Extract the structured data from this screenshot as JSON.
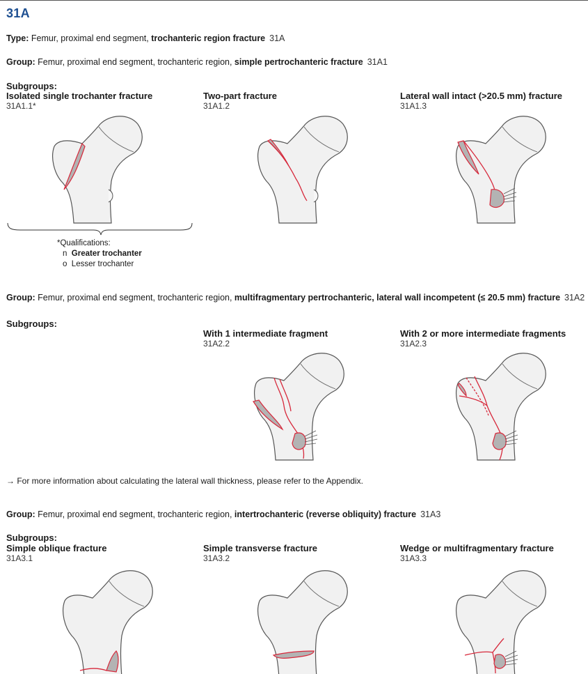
{
  "title": "31A",
  "type_line": {
    "label": "Type:",
    "text": " Femur, proximal end segment, ",
    "bold": "trochanteric region fracture",
    "code": "31A"
  },
  "group1": {
    "line": {
      "label": "Group:",
      "text": " Femur, proximal end segment, trochanteric region, ",
      "bold": "simple pertrochanteric fracture",
      "code": "31A1"
    },
    "subgroups_label": "Subgroups:",
    "items": [
      {
        "title": "Isolated single trochanter fracture",
        "code": "31A1.1*"
      },
      {
        "title": "Two-part fracture",
        "code": "31A1.2"
      },
      {
        "title": "Lateral wall intact (>20.5 mm) fracture",
        "code": "31A1.3"
      }
    ],
    "qualifications": {
      "heading": "*Qualifications:",
      "items": [
        {
          "marker": "n",
          "label": "Greater trochanter",
          "bold": true
        },
        {
          "marker": "o",
          "label": "Lesser trochanter",
          "bold": false
        }
      ]
    }
  },
  "group2": {
    "line": {
      "label": "Group:",
      "text": " Femur, proximal end segment, trochanteric region, ",
      "bold": "multifragmentary pertrochanteric, lateral wall incompetent (≤ 20.5 mm) fracture",
      "code": "31A2"
    },
    "subgroups_label": "Subgroups:",
    "items": [
      {
        "title": "With 1 intermediate fragment",
        "code": "31A2.2"
      },
      {
        "title": "With 2 or more intermediate fragments",
        "code": "31A2.3"
      }
    ]
  },
  "note": "→ For more information about calculating the lateral wall thickness, please refer to the Appendix.",
  "group3": {
    "line": {
      "label": "Group:",
      "text": " Femur, proximal end segment, trochanteric region, ",
      "bold": "intertrochanteric (reverse obliquity) fracture",
      "code": "31A3"
    },
    "subgroups_label": "Subgroups:",
    "items": [
      {
        "title": "Simple oblique fracture",
        "code": "31A3.1"
      },
      {
        "title": "Simple transverse fracture",
        "code": "31A3.2"
      },
      {
        "title": "Wedge or multifragmentary fracture",
        "code": "31A3.3"
      }
    ]
  }
}
